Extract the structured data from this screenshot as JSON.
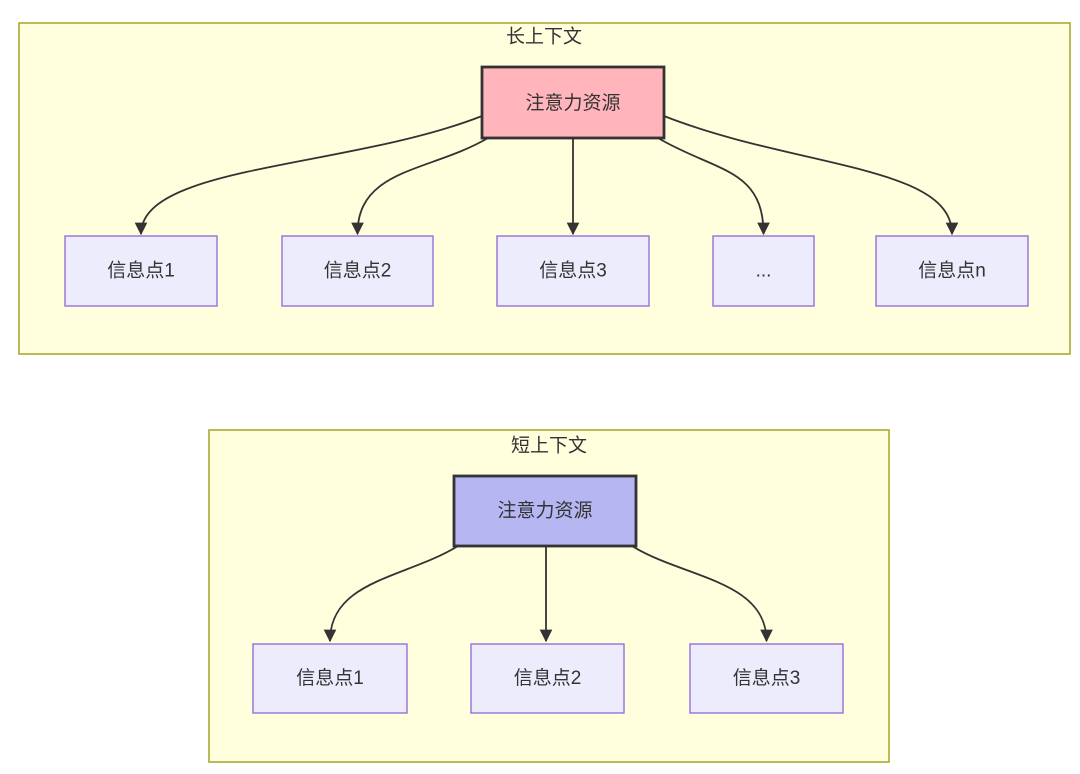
{
  "diagram": {
    "type": "flowchart",
    "background": "#ffffff",
    "colors": {
      "panel_fill": "#ffffde",
      "panel_border": "#aaaa33",
      "node_fill": "#ececfc",
      "node_border": "#9370db",
      "edge": "#333333",
      "text": "#333333",
      "long_source_fill": "#ffb5bb",
      "short_source_fill": "#b6b6f2",
      "source_border": "#333333"
    },
    "panels": [
      {
        "id": "long-context",
        "title": "长上下文",
        "source": {
          "label": "注意力资源",
          "fill": "#ffb5bb"
        },
        "targets": [
          {
            "label": "信息点1"
          },
          {
            "label": "信息点2"
          },
          {
            "label": "信息点3"
          },
          {
            "label": "..."
          },
          {
            "label": "信息点n"
          }
        ]
      },
      {
        "id": "short-context",
        "title": "短上下文",
        "source": {
          "label": "注意力资源",
          "fill": "#b6b6f2"
        },
        "targets": [
          {
            "label": "信息点1"
          },
          {
            "label": "信息点2"
          },
          {
            "label": "信息点3"
          }
        ]
      }
    ]
  }
}
